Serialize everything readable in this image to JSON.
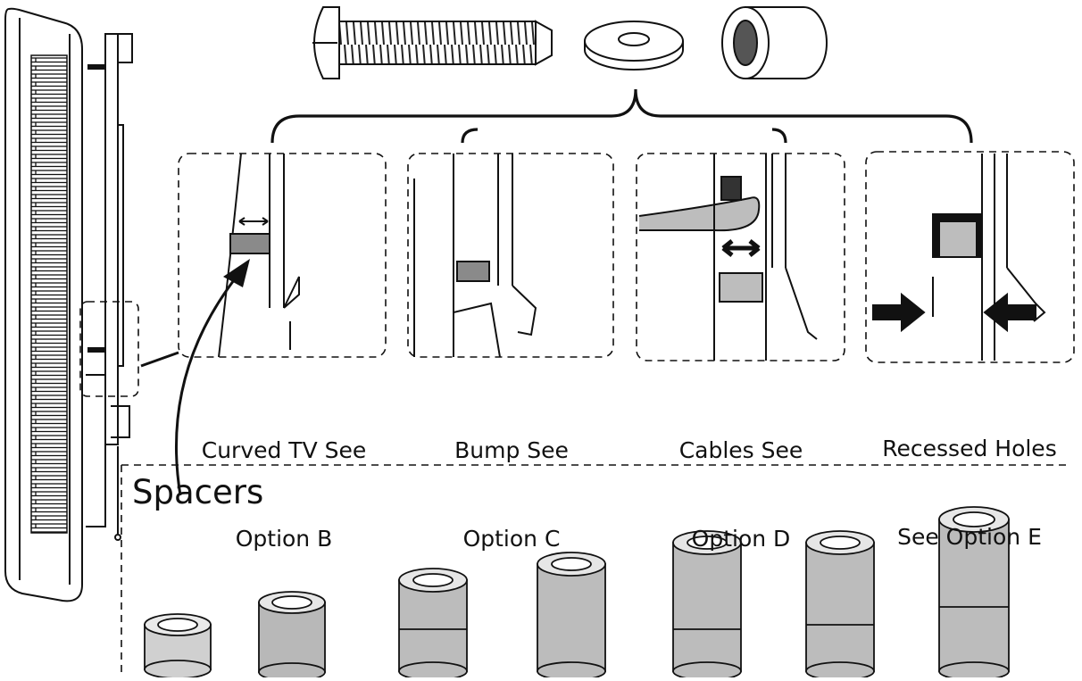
{
  "options": [
    {
      "line1": "Curved TV See",
      "line2": "Option B"
    },
    {
      "line1": "Bump See",
      "line2": "Option C"
    },
    {
      "line1": "Cables See",
      "line2": "Option D"
    },
    {
      "line1": "Recessed Holes",
      "line2": "See Option E"
    }
  ],
  "spacers_label": "Spacers",
  "spacer_stack_count": 7
}
